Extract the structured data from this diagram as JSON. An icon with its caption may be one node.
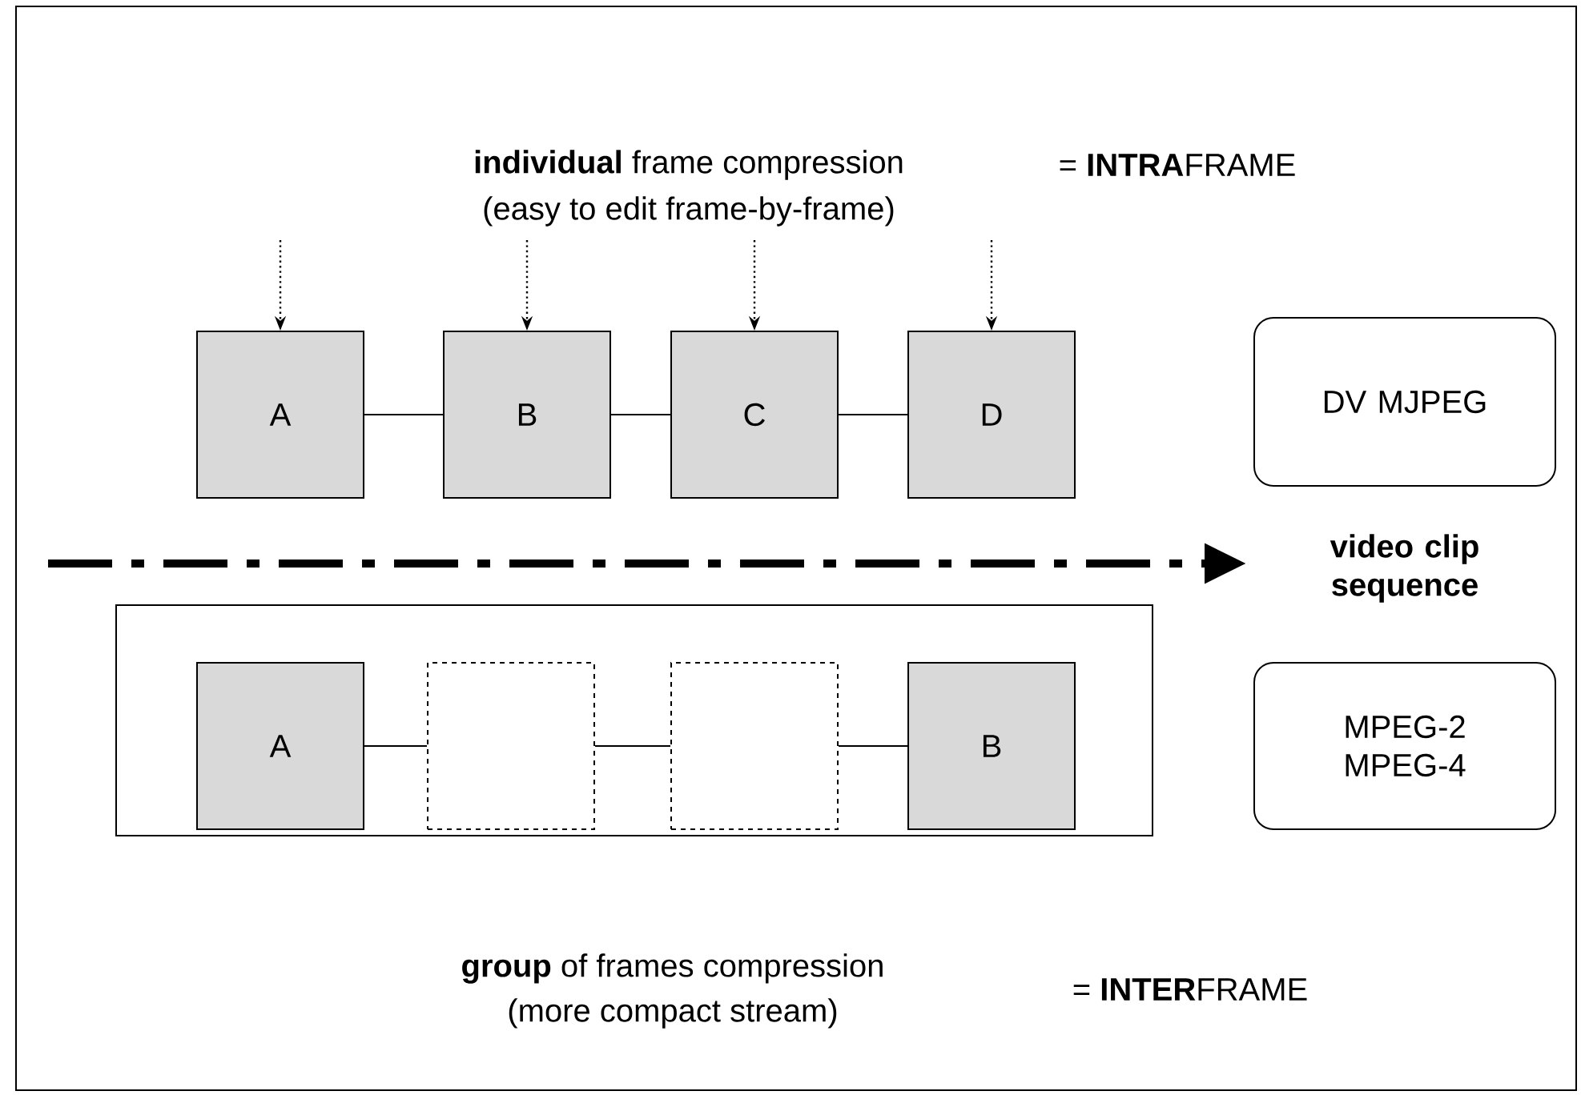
{
  "diagram": {
    "nodes": [
      {
        "text": [
          "A"
        ]
      },
      {
        "text": [
          "B"
        ]
      },
      {
        "text": [
          "C"
        ]
      },
      {
        "text": [
          "D"
        ]
      },
      {
        "text": [
          "DV MJPEG"
        ]
      },
      {
        "text": [],
        "shape": "box"
      },
      {
        "text": [
          "A"
        ],
        "in": 5
      },
      {
        "text": [],
        "shape": "box",
        "in": 5
      },
      {
        "text": [],
        "shape": "box",
        "in": 5
      },
      {
        "text": [
          "B"
        ],
        "in": 5
      },
      {
        "text": [
          "MPEG-2 MPEG-4"
        ]
      }
    ],
    "edges": [
      {
        "from": 0,
        "to": 1,
        "arrow": "none"
      },
      {
        "from": 1,
        "to": 2,
        "arrow": "none"
      },
      {
        "from": 2,
        "to": 3,
        "arrow": "none"
      },
      {
        "from": 6,
        "to": 7,
        "arrow": "none"
      },
      {
        "from": 7,
        "to": 8,
        "arrow": "none"
      },
      {
        "from": 8,
        "to": 9,
        "arrow": "none"
      },
      {
        "from": null,
        "to": 0,
        "arrow": "to",
        "style": "dashed"
      },
      {
        "from": null,
        "to": 1,
        "arrow": "to",
        "style": "dashed"
      },
      {
        "from": null,
        "to": 2,
        "arrow": "to",
        "style": "dashed"
      },
      {
        "from": null,
        "to": 3,
        "arrow": "to",
        "style": "dashed"
      }
    ],
    "labels": [
      "**individual** frame compression",
      "(easy to edit frame-by-frame)",
      "= **INTRA**FRAME",
      "video clip sequence",
      "**group** of frames compression",
      "(more compact stream)",
      "= **INTER**FRAME"
    ]
  }
}
